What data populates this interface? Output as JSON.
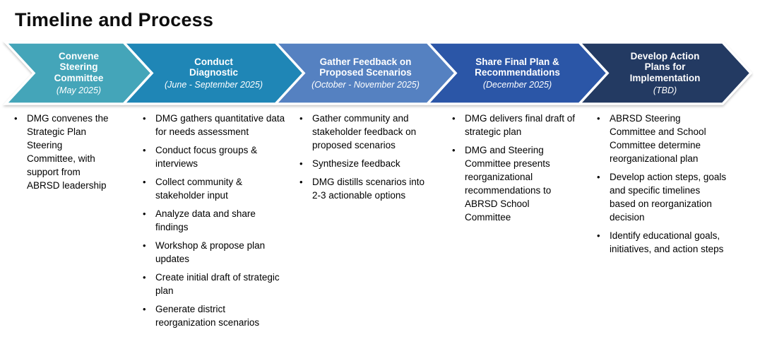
{
  "title": "Timeline and Process",
  "glyphs": {
    "bullet": "•"
  },
  "colors": {
    "phase1": "#44a5b9",
    "phase2": "#1f86b6",
    "phase3": "#5581c1",
    "phase4": "#2b56a7",
    "phase5": "#233a62",
    "outline": "#ffffff"
  },
  "phases": [
    {
      "name": "Convene\nSteering\nCommittee",
      "date": "(May 2025)",
      "color": "#44a5b9",
      "items": [
        "DMG convenes the Strategic Plan Steering Committee, with support from ABRSD leadership"
      ]
    },
    {
      "name": "Conduct\nDiagnostic",
      "date": "(June - September 2025)",
      "color": "#1f86b6",
      "items": [
        "DMG gathers quantitative data for needs assessment",
        "Conduct focus groups & interviews",
        "Collect community & stakeholder input",
        "Analyze data and share findings",
        "Workshop & propose plan updates",
        "Create initial draft of strategic plan",
        "Generate district reorganization scenarios"
      ]
    },
    {
      "name": "Gather Feedback on\nProposed Scenarios",
      "date": "(October - November 2025)",
      "color": "#5581c1",
      "items": [
        "Gather community and stakeholder feedback on proposed scenarios",
        "Synthesize feedback",
        "DMG distills scenarios into  2-3 actionable options"
      ]
    },
    {
      "name": "Share Final Plan &\nRecommendations",
      "date": "(December 2025)",
      "color": "#2b56a7",
      "items": [
        "DMG delivers final draft of strategic plan",
        "DMG and Steering Committee presents reorganizational recommendations to ABRSD School Committee"
      ]
    },
    {
      "name": "Develop Action\nPlans for\nImplementation",
      "date": "(TBD)",
      "color": "#233a62",
      "items": [
        "ABRSD Steering Committee and School Committee determine reorganizational plan",
        "Develop action steps, goals and specific timelines based on reorganization decision",
        "Identify educational goals, initiatives, and action steps"
      ]
    }
  ]
}
